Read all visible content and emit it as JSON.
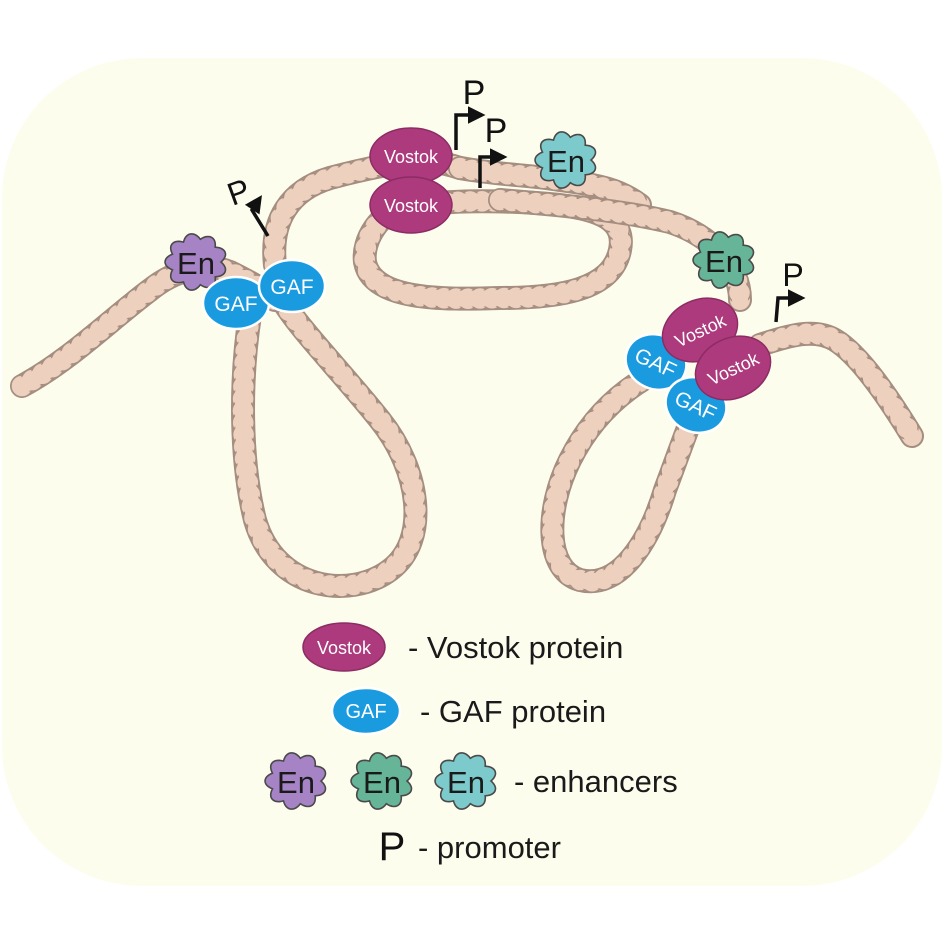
{
  "colors": {
    "panel": "#fdfdee",
    "fiber_fill": "#edd0bd",
    "fiber_stroke": "#a58e80",
    "vostok": "#ac3a7d",
    "gaf": "#1a9be0",
    "en_purple": "#a683c5",
    "en_green": "#67b598",
    "en_teal": "#7ccacb",
    "text": "#1a1a1a"
  },
  "labels": {
    "vostok": "Vostok",
    "gaf": "GAF",
    "en": "En",
    "promoter": "P"
  },
  "legend": {
    "vostok_text": "- Vostok protein",
    "gaf_text": "- GAF protein",
    "enhancers_text": "- enhancers",
    "promoter_text": "- promoter"
  }
}
